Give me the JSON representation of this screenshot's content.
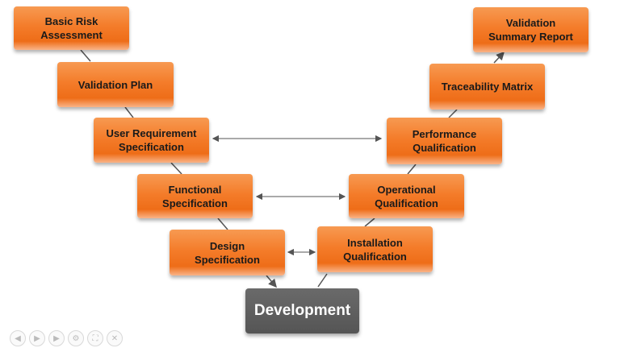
{
  "diagram": {
    "left_arm": {
      "basic_risk": "Basic Risk\nAssessment",
      "validation_plan": "Validation Plan",
      "user_requirement": "User Requirement\nSpecification",
      "functional": "Functional\nSpecification",
      "design": "Design\nSpecification"
    },
    "right_arm": {
      "validation_summary": "Validation\nSummary Report",
      "traceability": "Traceability Matrix",
      "performance": "Performance\nQualification",
      "operational": "Operational\nQualification",
      "installation": "Installation\nQualification"
    },
    "bottom": {
      "development": "Development"
    },
    "colors": {
      "box_orange": "#f47c2a",
      "development_gray": "#5e5e5e",
      "connector": "#555555"
    }
  },
  "player_controls": {
    "icons": [
      "prev-icon",
      "play-icon",
      "next-icon",
      "settings-icon",
      "fullscreen-icon",
      "close-icon"
    ]
  }
}
